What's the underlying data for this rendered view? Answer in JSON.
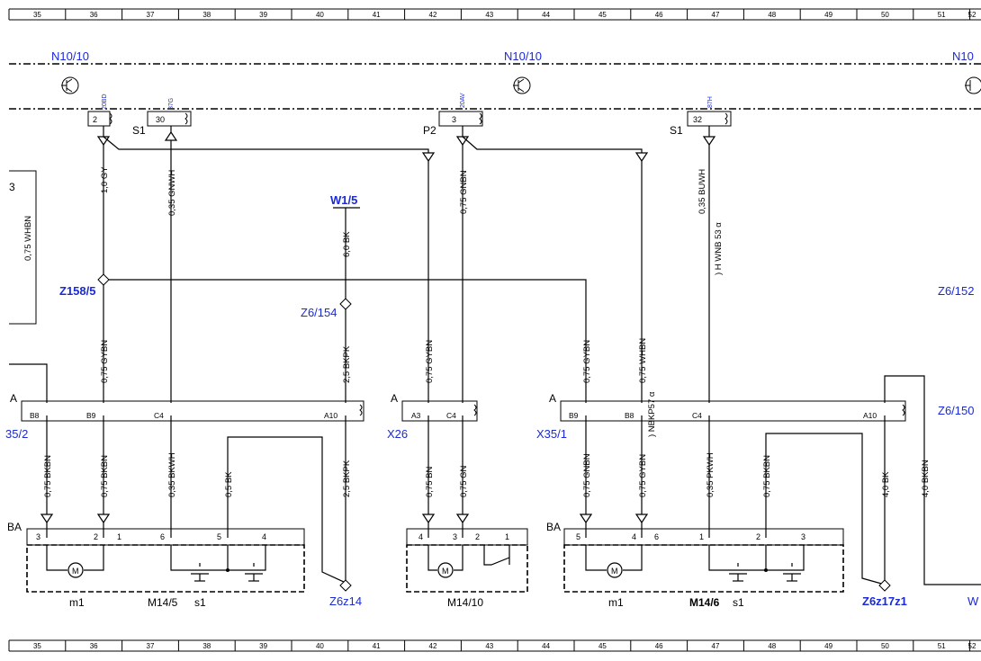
{
  "ruler": [
    "35",
    "36",
    "37",
    "38",
    "39",
    "40",
    "41",
    "42",
    "43",
    "44",
    "45",
    "46",
    "47",
    "48",
    "49",
    "50",
    "51",
    "52"
  ],
  "labels": {
    "n10a": "N10/10",
    "n10b": "N10/10",
    "n10c": "N10",
    "s1a": "S1",
    "p2": "P2",
    "s1b": "S1",
    "left3": "3",
    "w15": "W1/5",
    "z158": "Z158/5",
    "z6154": "Z6/154",
    "z6152": "Z6/152",
    "z6150": "Z6/150",
    "z6z14": "Z6z14",
    "z6z17z1": "Z6z17z1",
    "wright": "W",
    "a1": "A",
    "a2": "A",
    "a3": "A",
    "x352": "35/2",
    "x26": "X26",
    "x351": "X35/1",
    "ba1": "BA",
    "ba2": "BA",
    "m": "M",
    "m1a": "m1",
    "m145": "M14/5",
    "s1c": "s1",
    "m1410": "M14/10",
    "m1b": "m1",
    "m146": "M14/6",
    "s1d": "s1"
  },
  "pins": {
    "p2": "2",
    "p30": "30",
    "p3": "3",
    "p32": "32",
    "c20bd": "20BD",
    "c87g": "87G",
    "c20av": "20AV",
    "c87h": "87H"
  },
  "cpins": {
    "b8a": "B8",
    "b9a": "B9",
    "c4a": "C4",
    "a10a": "A10",
    "a3": "A3",
    "c4b": "C4",
    "b9b": "B9",
    "b8b": "B8",
    "c4c": "C4",
    "a10b": "A10"
  },
  "bpins": {
    "n3a": "3",
    "n2a": "2",
    "n1a": "1",
    "n6a": "6",
    "n5a": "5",
    "n4a": "4",
    "n4b": "4",
    "n3b": "3",
    "n2b": "2",
    "n1b": "1",
    "n5c": "5",
    "n4c": "4",
    "n6c": "6",
    "n1c": "1",
    "n2c": "2",
    "n3c": "3"
  },
  "wires": {
    "left": "0,75 WHBN",
    "w1": "1,0 GY",
    "w2": "0,35 GNWH",
    "w3": "0,75 GNBN",
    "w4": "0,35 BUWH",
    "w5": "6,0 BK",
    "w6": ") H WNB 53 α",
    "w7": "0,75 GYBN",
    "w8": "2,5 BKPK",
    "w9": "0,75 GYBN",
    "w10": "0,75 GYBN",
    "w11": "0,75 WHBN",
    "w12": ") NBKP57 α",
    "w13": "0,75 BKBN",
    "w14": "0,75 BKBN",
    "w15": "0,35 BKWH",
    "w16": "0,5 BK",
    "w17": "2,5 BKPK",
    "w18": "0,75 BN",
    "w19": "0,75 GN",
    "w20": "0,75 GNBN",
    "w21": "0,75 GYBN",
    "w22": "0,35 PKWH",
    "w23": "0,75 BKBN",
    "w24": "4,0 BK",
    "w25": "4,0 BKBN"
  }
}
